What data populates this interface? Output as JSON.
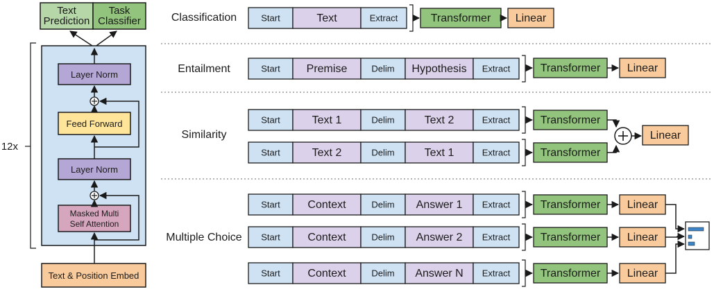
{
  "model": {
    "output_heads": {
      "left": "Text\nPrediction",
      "right": "Task\nClassifier"
    },
    "repeat_label": "12x",
    "layer_norm_top": "Layer Norm",
    "feed_forward": "Feed Forward",
    "layer_norm_bottom": "Layer Norm",
    "attention": "Masked Multi\nSelf Attention",
    "embedding": "Text & Position Embed"
  },
  "tasks": {
    "classification": {
      "label": "Classification",
      "rows": [
        [
          "Start",
          "Text",
          "Extract"
        ]
      ]
    },
    "entailment": {
      "label": "Entailment",
      "rows": [
        [
          "Start",
          "Premise",
          "Delim",
          "Hypothesis",
          "Extract"
        ]
      ]
    },
    "similarity": {
      "label": "Similarity",
      "rows": [
        [
          "Start",
          "Text 1",
          "Delim",
          "Text 2",
          "Extract"
        ],
        [
          "Start",
          "Text 2",
          "Delim",
          "Text 1",
          "Extract"
        ]
      ]
    },
    "multiple_choice": {
      "label": "Multiple Choice",
      "rows": [
        [
          "Start",
          "Context",
          "Delim",
          "Answer 1",
          "Extract"
        ],
        [
          "Start",
          "Context",
          "Delim",
          "Answer 2",
          "Extract"
        ],
        [
          "Start",
          "Context",
          "Delim",
          "Answer N",
          "Extract"
        ]
      ]
    }
  },
  "blocks": {
    "transformer": "Transformer",
    "linear": "Linear"
  },
  "colors": {
    "blue": "#cfe2f3",
    "purple": "#dcd1ea",
    "layer_norm": "#b4a7d6",
    "green": "#93c47d",
    "green_light": "#b6d7a8",
    "orange": "#f9cb9c",
    "yellow": "#ffe599",
    "pink": "#d5a6bd",
    "panel": "#cfe2f3",
    "bar": "#3d85c6",
    "stroke": "#1a1a1a"
  }
}
